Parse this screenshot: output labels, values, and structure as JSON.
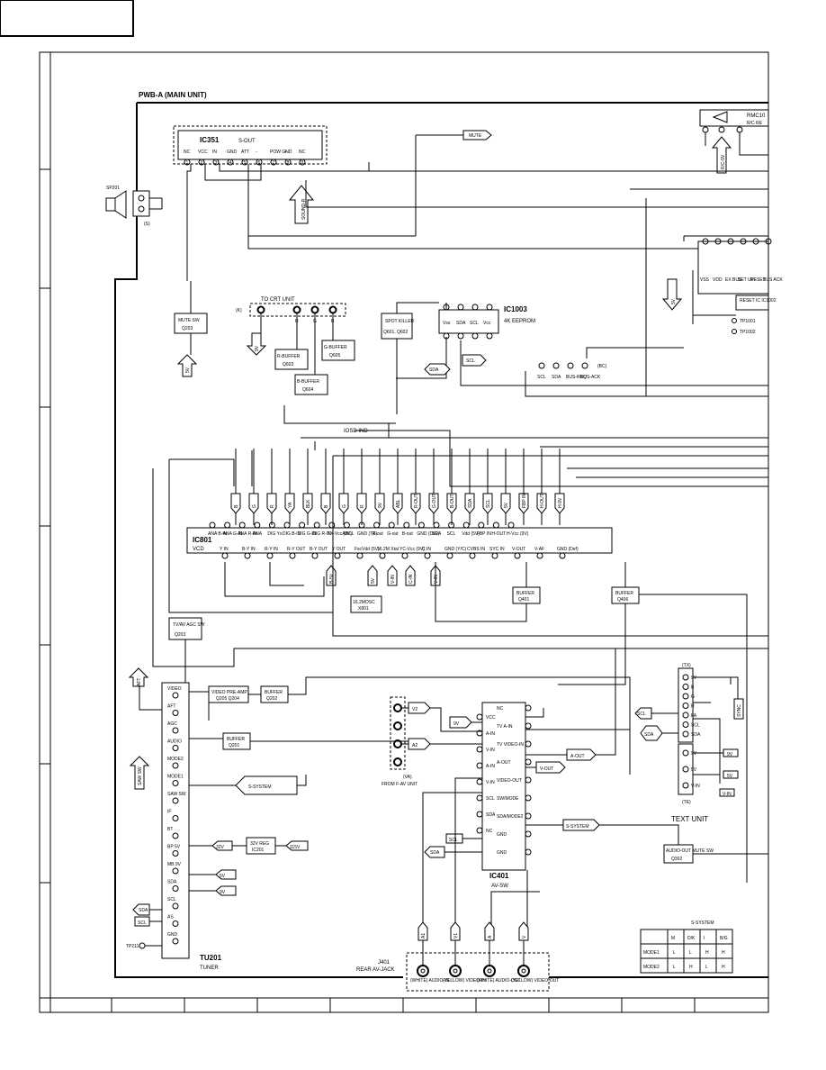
{
  "board_title": "PWB-A (MAIN UNIT)",
  "ic351": {
    "name": "IC351",
    "function": "S-OUT",
    "pins": [
      "NC",
      "VCC",
      "IN",
      "GND",
      "ATT",
      "-",
      "POW GND",
      "+",
      "NC"
    ],
    "numbers": [
      "1",
      "2",
      "3",
      "4",
      "5",
      "6",
      "7",
      "8",
      "9"
    ]
  },
  "speaker": {
    "ref": "SP201",
    "connector": "(S)"
  },
  "sound_signal": "SOUND-R",
  "mute_signal": "MUTE",
  "mute_sw": {
    "name": "MUTE SW",
    "ref": "Q203"
  },
  "rmc": {
    "name": "RMC10",
    "sub": "R/C RE",
    "signal": "R/C-5V"
  },
  "crt_unit": {
    "label": "TO CRT UNIT",
    "connector": "(K)",
    "pins": [
      "R",
      "G",
      "B"
    ],
    "signal": "9V"
  },
  "buffers_crt": [
    {
      "name": "R-BUFFER",
      "ref": "Q603"
    },
    {
      "name": "G-BUFFER",
      "ref": "Q605"
    },
    {
      "name": "B-BUFFER",
      "ref": "Q604"
    }
  ],
  "spot_killer": {
    "name": "SPOT KILLER",
    "refs": "Q601, Q602"
  },
  "ic1003": {
    "name": "IC1003",
    "function": "4K EEPROM",
    "pins": [
      "Vss",
      "SDA",
      "SCL",
      "Vcc"
    ]
  },
  "bus_signals": {
    "sda": "SDA",
    "scl": "SCL"
  },
  "bus_connector": {
    "label": "(BC)",
    "pins": [
      "SCL",
      "SDA",
      "BUS-REQ",
      "BUS-ACK"
    ]
  },
  "micro": {
    "pins": [
      "VSS",
      "VDD",
      "EX BUS",
      "SET UP",
      "RESET",
      "BUS ACK"
    ],
    "reset_ic": "RESET IC IC1002",
    "tp1": "TP1001",
    "tp2": "TP1002"
  },
  "iosd_label": "IOSD IND",
  "ic801": {
    "name": "IC801",
    "function": "VCD",
    "top_pins": [
      "ANA B-IN",
      "ANA G-IN",
      "ANA R-IN",
      "ANA",
      "DIG Ys",
      "DIG B-IN",
      "DIG G-IN",
      "DIG R-IN",
      "TX-Vcc (9V)",
      "ABCL",
      "GND (TX)",
      "R-out",
      "G-out",
      "B-out",
      "GND (DIG)",
      "SDA",
      "SCL",
      "Vdd (5V)",
      "FBP IN",
      "H-OUT",
      "H-Vcc (9V)"
    ],
    "bottom_pins": [
      "Y IN",
      "B-Y IN",
      "R-Y IN",
      "R-Y OUT",
      "B-Y OUT",
      "Y OUT",
      "FscVdd (5V)",
      "16.2M Xtal",
      "YC-Vcc (9V)",
      "C IN",
      "GND (Y/C)",
      "CVBS IN",
      "SYC IN",
      "V-OUT",
      "V-AF",
      "GND (Def)"
    ],
    "top_signals": [
      "B",
      "G",
      "R",
      "YA",
      "BLK",
      "B",
      "G",
      "R",
      "9V",
      "ABL",
      "R-OUT",
      "G-OUT",
      "B-OUT",
      "SDA",
      "SCL",
      "5V",
      "FBP IN",
      "H-OUT",
      "H-9V"
    ],
    "bottom_signals": [
      "B-5V",
      "5V",
      "V-IN",
      "C-IN",
      "V-IN"
    ]
  },
  "osc": {
    "name": "16.2MOSC",
    "ref": "X801"
  },
  "buffer_q401": {
    "name": "BUFFER",
    "ref": "Q401"
  },
  "buffer_q406": {
    "name": "BUFFER",
    "ref": "Q406"
  },
  "tvav_sw": {
    "name": "TV/AV AGC SW",
    "ref": "Q203"
  },
  "preamp": {
    "name": "VIDEO PRE-AMP",
    "ref": "Q205 Q204"
  },
  "buffer_q202": {
    "name": "BUFFER",
    "ref": "Q202"
  },
  "buffer_q201": {
    "name": "BUFFER",
    "ref": "Q201"
  },
  "tuner": {
    "name": "TU201",
    "function": "TUNER",
    "pins": [
      "VIDEO",
      "AFT",
      "AGC",
      "AUDIO",
      "MODE2",
      "MODE1",
      "SAW SW",
      "IF",
      "BT",
      "BP 5V",
      "MB 9V",
      "SDA",
      "SCL",
      "AS",
      "GND"
    ],
    "tp": "TP211",
    "aft": "AFT",
    "saw": "SAW SW"
  },
  "reg": {
    "name": "32V REG",
    "ref": "IC201",
    "in": "115V",
    "out": "32V"
  },
  "supply": {
    "v5": "5V",
    "v9": "9V"
  },
  "fav": {
    "label": "FROM F-AV UNIT",
    "connector": "(VA)",
    "signals": [
      "V2",
      "A2"
    ]
  },
  "ic401": {
    "name": "IC401",
    "function": "AV-SW",
    "left_pins": [
      "VCC",
      "A-IN",
      "V-IN",
      "A-IN",
      "V-IN",
      "SCL",
      "SDA",
      "NC"
    ],
    "right_pins": [
      "NC",
      "TV A-IN",
      "TV VIDEO-IN",
      "A-OUT",
      "VIDEO-OUT",
      "SW/MODE",
      "SDA/MODE2",
      "GND",
      "GND"
    ],
    "signals": [
      "9V",
      "A-OUT",
      "V-OUT",
      "S-SYSTEM"
    ]
  },
  "s_system_arrow": "S-SYSTEM",
  "audio_mute": {
    "name": "AUDIO-OUT MUTE SW",
    "ref": "Q302"
  },
  "text_unit": {
    "label": "TEXT UNIT",
    "connector_tx": "(TX)",
    "connector_te": "(TE)",
    "tx_pins": [
      "9V",
      "B",
      "G",
      "R",
      "FA",
      "SCL",
      "SDA"
    ],
    "te_pins": [
      "9V",
      "5V",
      "V-IN"
    ],
    "sync": "SYNC"
  },
  "av_jack": {
    "label": "J401",
    "sub": "REAR AV-JACK",
    "jacks": [
      "(WHITE) AUDIO-IN",
      "(YELLOW) VIDEO-IN",
      "(WHITE) AUDIO-OUT",
      "(YELLOW) VIDEO-OUT"
    ],
    "arrows": [
      "A1",
      "V1",
      "A",
      "V"
    ]
  },
  "s_system_table": {
    "title": "S-SYSTEM",
    "headers": [
      "M",
      "D/K",
      "I",
      "B/G"
    ],
    "rows": [
      {
        "label": "MODE1",
        "values": [
          "L",
          "L",
          "H",
          "H"
        ]
      },
      {
        "label": "MODE2",
        "values": [
          "L",
          "H",
          "L",
          "H"
        ]
      }
    ]
  }
}
